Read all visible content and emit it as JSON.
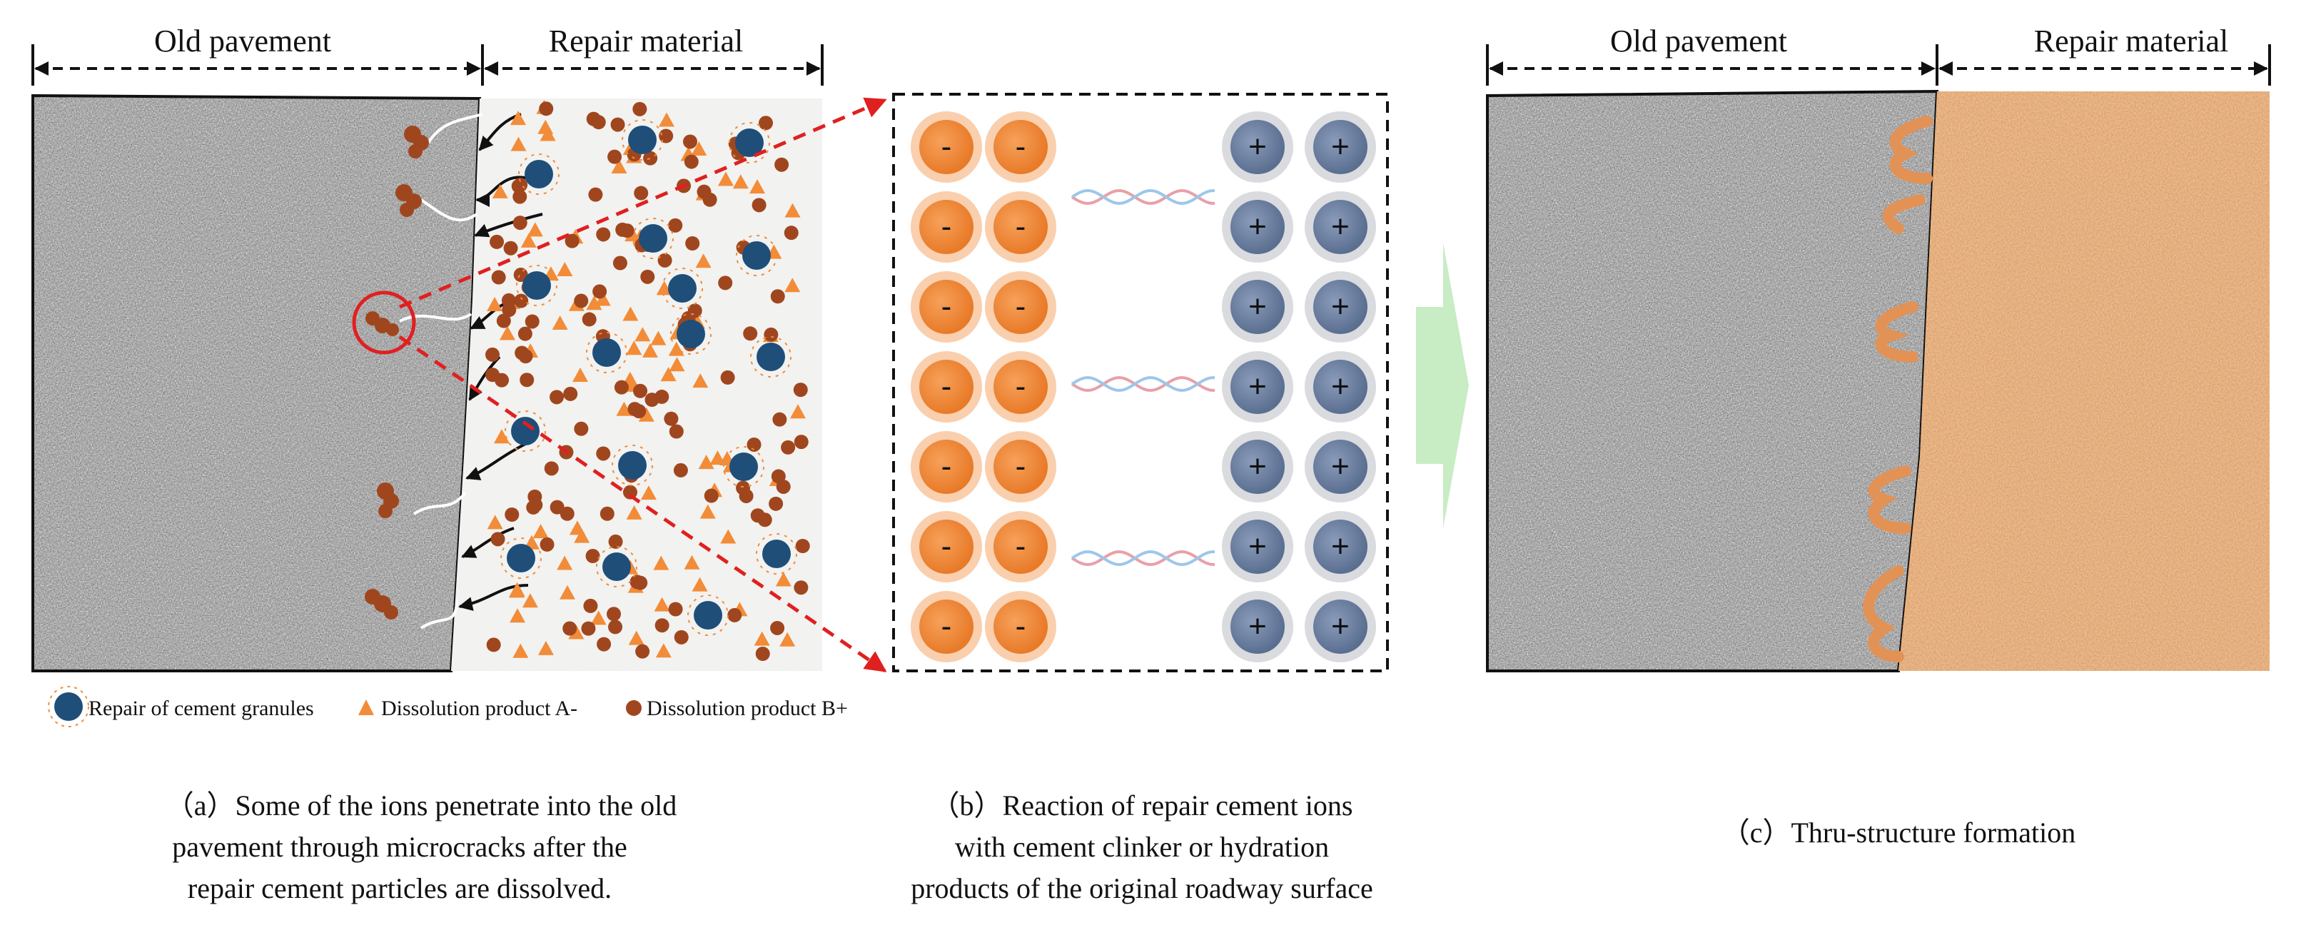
{
  "panel_a": {
    "header_left": "Old pavement",
    "header_right": "Repair material",
    "legend": [
      {
        "label": "Repair of cement granules",
        "icon": "cement-granule-icon",
        "color": "#1f4e79"
      },
      {
        "label": "Dissolution product A-",
        "icon": "triangle-icon",
        "color": "#f28c38"
      },
      {
        "label": "Dissolution product B+",
        "icon": "dot-icon",
        "color": "#a0461e"
      }
    ],
    "caption": [
      "（a）Some of the ions penetrate into the old",
      "pavement through microcracks after the",
      "repair cement particles are dissolved."
    ]
  },
  "panel_b": {
    "negative_sign": "-",
    "positive_sign": "+",
    "caption": [
      "（b）Reaction of repair cement ions",
      "with cement clinker or hydration",
      "products of the original roadway surface"
    ]
  },
  "panel_c": {
    "header_left": "Old pavement",
    "header_right": "Repair material",
    "caption": [
      "（c）Thru-structure formation"
    ]
  },
  "colors": {
    "negative_ion": "#f28c38",
    "positive_ion": "#6b7fa0",
    "arrow_red": "#e02020",
    "transition_arrow": "#c8ecc4",
    "repair_fill": "#d58a52"
  }
}
